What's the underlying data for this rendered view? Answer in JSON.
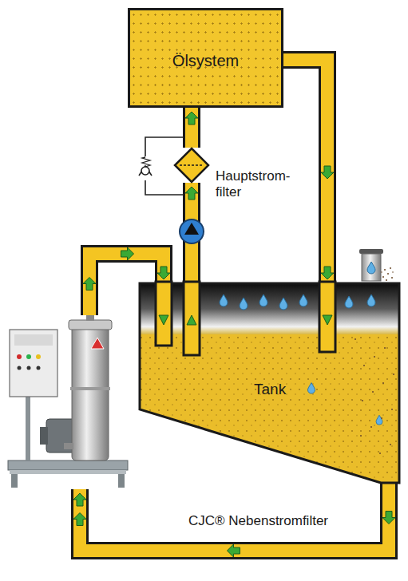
{
  "diagram": {
    "nodes": [
      {
        "text": [
          "Ölsystem"
        ]
      },
      {
        "text": [
          "Hauptstrom- filter"
        ]
      },
      {
        "text": [
          "Tank"
        ]
      },
      {
        "text": [
          "CJC® Nebenstromfilter"
        ]
      }
    ],
    "edges": [
      {
        "from": 2,
        "to": 1,
        "arrow": "to"
      },
      {
        "from": 1,
        "to": 0,
        "arrow": "to"
      },
      {
        "from": 0,
        "to": 2,
        "arrow": "to"
      },
      {
        "from": 2,
        "to": 3,
        "arrow": "to"
      },
      {
        "from": 3,
        "to": 2,
        "arrow": "to"
      }
    ]
  }
}
